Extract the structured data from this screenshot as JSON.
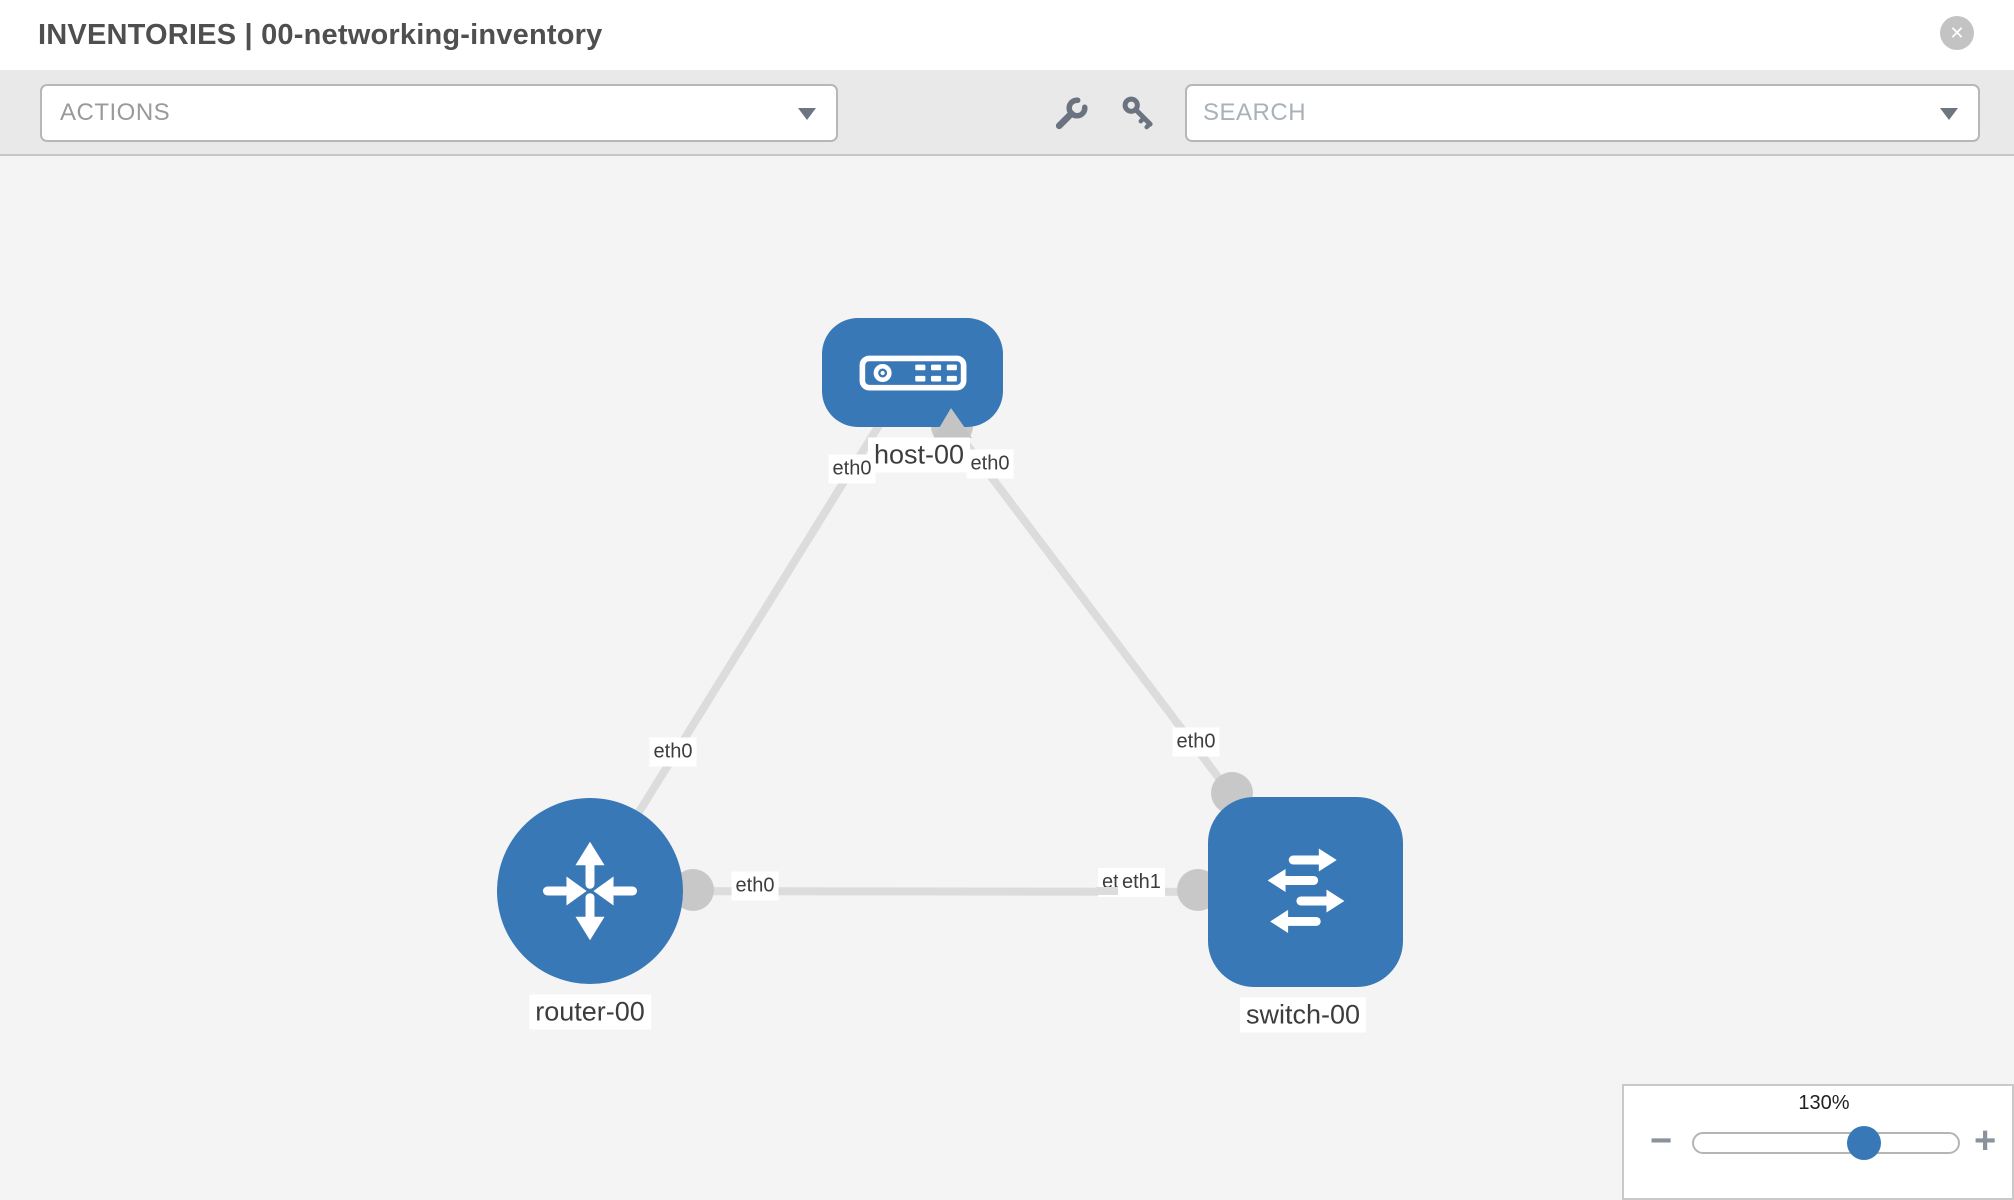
{
  "window": {
    "title": "INVENTORIES | 00-networking-inventory"
  },
  "toolbar": {
    "actions": {
      "label": "ACTIONS"
    },
    "tools": {
      "wrench": "wrench-icon",
      "key": "key-icon"
    },
    "search": {
      "placeholder": "SEARCH"
    }
  },
  "diagram": {
    "nodes": [
      {
        "id": "host-00",
        "type": "host",
        "label": "host-00"
      },
      {
        "id": "router-00",
        "type": "router",
        "label": "router-00"
      },
      {
        "id": "switch-00",
        "type": "switch",
        "label": "switch-00"
      }
    ],
    "links": [
      {
        "source": "router-00",
        "source_interface": "eth0",
        "target": "host-00",
        "target_interface": "eth0"
      },
      {
        "source": "switch-00",
        "source_interface": "eth0",
        "target": "host-00",
        "target_interface": "eth0"
      },
      {
        "source": "router-00",
        "source_interface": "eth0",
        "target": "switch-00",
        "target_interface": "eth1"
      }
    ],
    "overlapped_interface_label": "eth0"
  },
  "zoom": {
    "value": "130%",
    "minus_label": "−",
    "plus_label": "+"
  },
  "colors": {
    "node": "#3878b6",
    "edge": "#dcdcdc",
    "port": "#c8c8c8",
    "canvas_bg": "#f4f4f4",
    "toolbar_bg": "#e9e9e9"
  }
}
